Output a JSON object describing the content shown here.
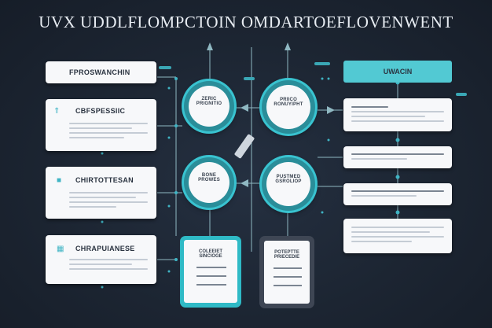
{
  "title": "UVX UDDLFLOMPCTOIN OMDARTOEFLOVENWENT",
  "left_cards": [
    {
      "label": "FPROSWANCHIN"
    },
    {
      "label": "CBFSPESSIIC"
    },
    {
      "label": "CHIRTOTTESAN"
    },
    {
      "label": "CHRAPUIANESE"
    }
  ],
  "circles": [
    {
      "label": "ZERIC\nPRIGNITIO"
    },
    {
      "label": "PRIICO\nRONUYIPHT"
    },
    {
      "label": "BONE\nPROWES"
    },
    {
      "label": "PUSTMED\nGSROLIOP"
    }
  ],
  "phones": [
    {
      "label": "COLEEIET\nSINCIOGE"
    },
    {
      "label": "POTEPTTE\nPRIECEDIE"
    }
  ],
  "right_badge": {
    "label": "UWACIN"
  },
  "colors": {
    "background": "#1b2431",
    "accent": "#39c3d0",
    "card": "#f7f8fa"
  }
}
